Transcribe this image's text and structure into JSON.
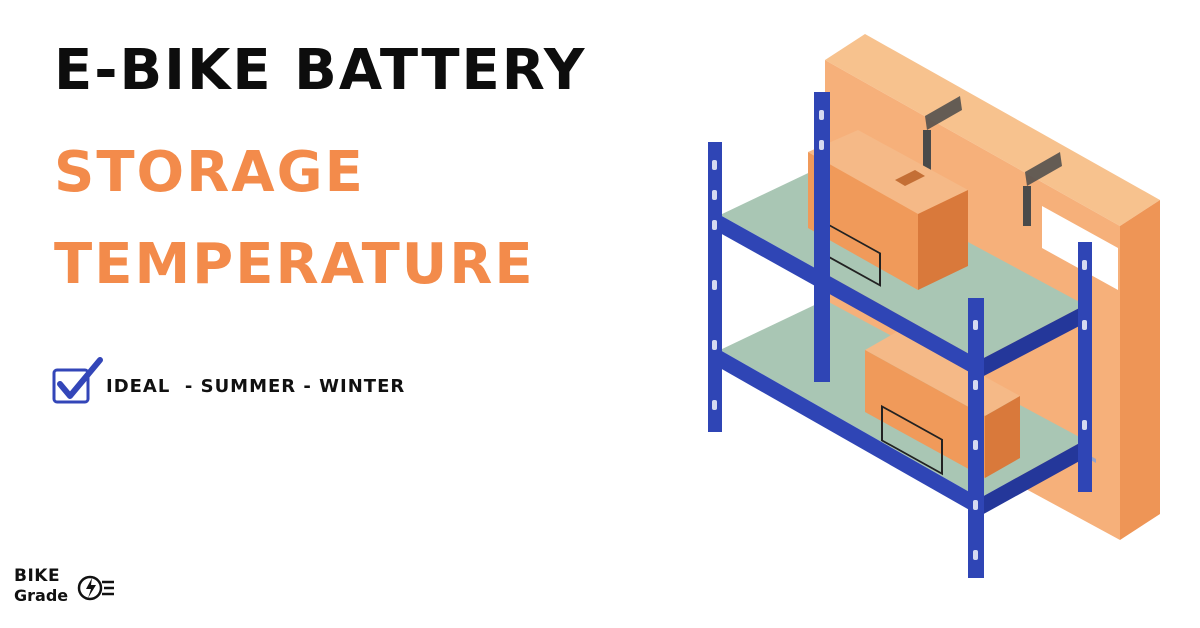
{
  "headline": {
    "line1": "E-BIKE BATTERY",
    "line2": "STORAGE",
    "line3": "TEMPERATURE"
  },
  "topics": {
    "text": "IDEAL  - SUMMER - WINTER",
    "icon": "checkbox-checked-icon"
  },
  "logo": {
    "word1": "BIKE",
    "word2": "Grade",
    "icon": "bike-wheel-lightning-icon"
  },
  "colors": {
    "headline_dark": "#0d0d0d",
    "headline_accent": "#f38b4b",
    "shelf_frame": "#2f45b5",
    "shelf_board": "#a9c6b4",
    "box": "#f0a060",
    "check": "#3346b8"
  }
}
